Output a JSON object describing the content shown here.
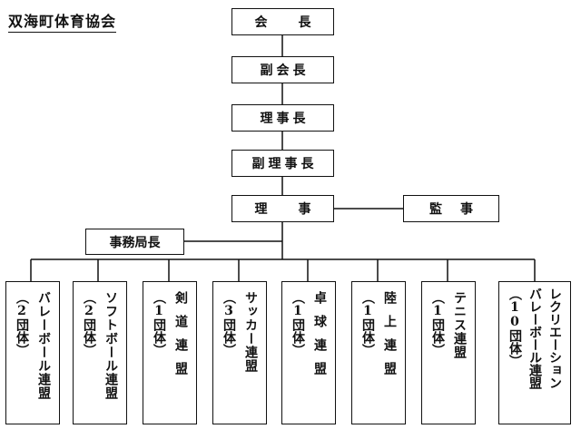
{
  "organization": "双海町体育協会",
  "officers": {
    "president": "会長",
    "vice_president": "副会長",
    "chairman": "理事長",
    "vice_chairman": "副理事長",
    "directors": "理事",
    "auditors": "監事",
    "secretary_general": "事務局長"
  },
  "federations": [
    {
      "lines": [
        "バレーボール連盟",
        "（2団体）"
      ]
    },
    {
      "lines": [
        "ソフトボール連盟",
        "（2団体）"
      ]
    },
    {
      "lines": [
        "剣道連盟",
        "（1団体）"
      ]
    },
    {
      "lines": [
        "サッカー連盟",
        "（3団体）"
      ]
    },
    {
      "lines": [
        "卓球連盟",
        "（1団体）"
      ]
    },
    {
      "lines": [
        "陸上連盟",
        "（1団体）"
      ]
    },
    {
      "lines": [
        "テニス連盟",
        "（1団体）"
      ]
    },
    {
      "lines": [
        "レクリエーション",
        "バレーボール連盟",
        "（10団体）"
      ]
    }
  ]
}
